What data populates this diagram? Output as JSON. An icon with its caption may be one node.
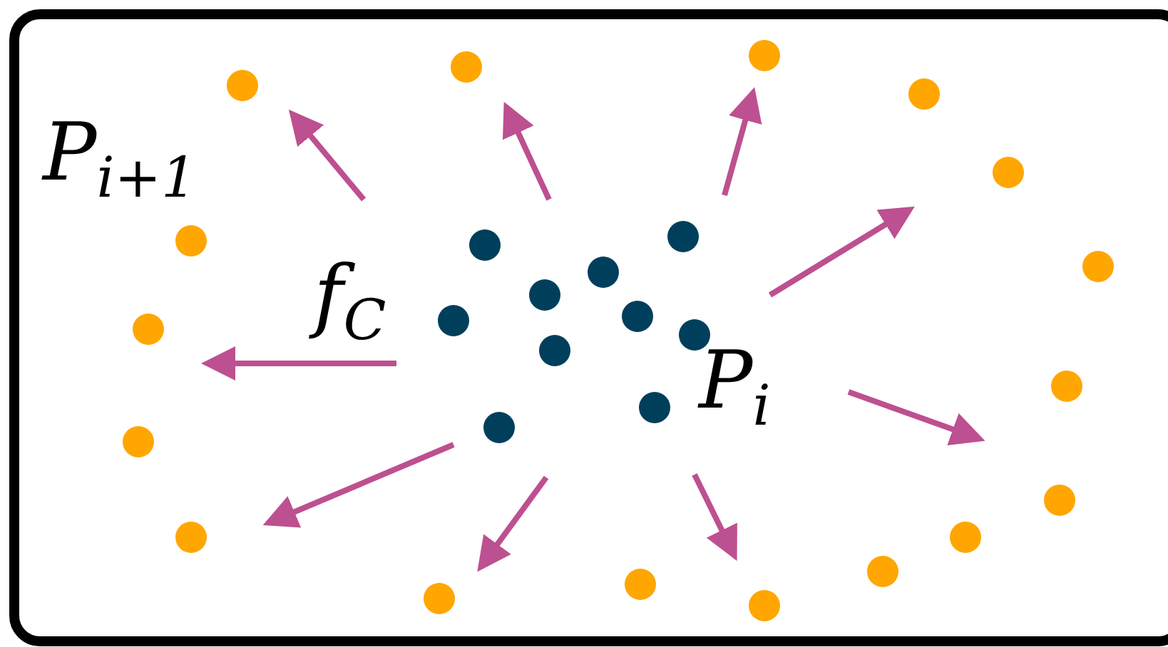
{
  "diagram": {
    "labels": [
      "P$_{i+1}$",
      "f$_{C}$",
      "P$_{i}$"
    ]
  }
}
